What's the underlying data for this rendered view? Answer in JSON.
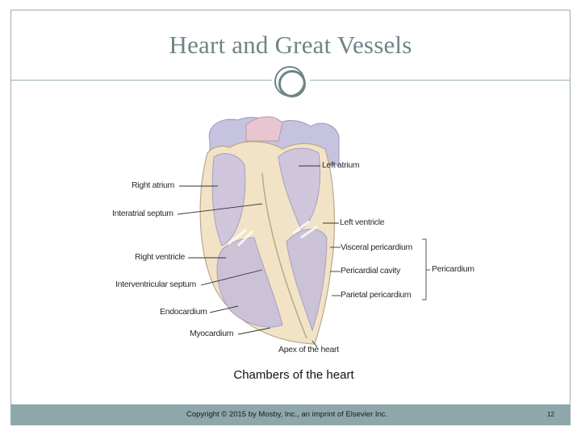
{
  "slide": {
    "title": "Heart and Great Vessels",
    "caption": "Chambers of the heart",
    "footer": "Copyright © 2015 by Mosby, Inc., an imprint of Elsevier Inc.",
    "page_number": "12"
  },
  "figure": {
    "labels": {
      "left_atrium": "Left atrium",
      "right_atrium": "Right atrium",
      "interatrial_septum": "Interatrial septum",
      "left_ventricle": "Left ventricle",
      "right_ventricle": "Right ventricle",
      "visceral_pericardium": "Visceral pericardium",
      "pericardial_cavity": "Pericardial cavity",
      "parietal_pericardium": "Parietal pericardium",
      "pericardium": "Pericardium",
      "interventricular_septum": "Interventricular septum",
      "endocardium": "Endocardium",
      "myocardium": "Myocardium",
      "apex": "Apex of the heart"
    }
  },
  "colors": {
    "theme_teal": "#8ea7aa",
    "title_gray": "#6e8487",
    "myocardium": "#f2e3c6",
    "chamber": "#cbc2d8",
    "vessel": "#c6c3e0"
  }
}
